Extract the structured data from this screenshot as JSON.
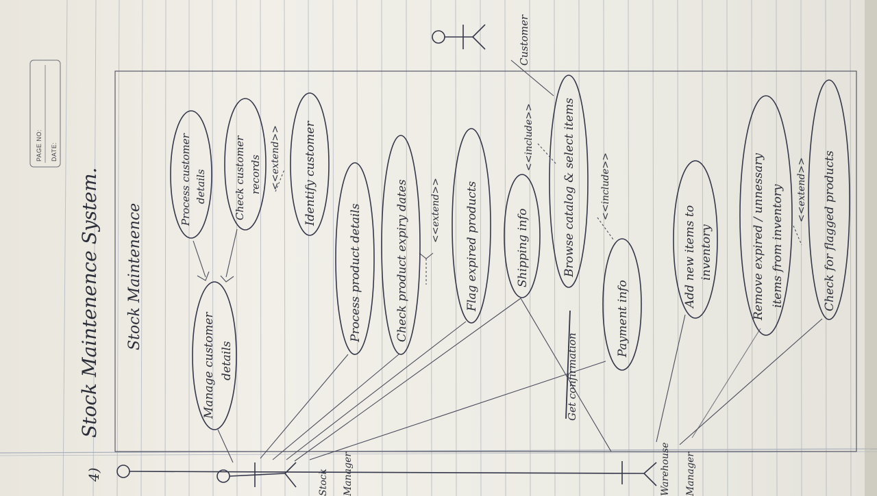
{
  "header": {
    "page_no_label": "PAGE NO:",
    "date_label": "DATE:",
    "item_number": "4)",
    "title": "Stock Maintenence System."
  },
  "diagram": {
    "boundary_label": "Stock Maintenence",
    "actors": {
      "customer": "Customer",
      "stock_manager_line1": "Stock",
      "stock_manager_line2": "Manager",
      "warehouse_manager_line1": "Warehouse",
      "warehouse_manager_line2": "Manager"
    },
    "use_cases": {
      "process_customer_details": [
        "Process customer",
        "details"
      ],
      "check_customer_records": [
        "Check customer",
        "records"
      ],
      "identify_customer": "Identify customer",
      "manage_customer_details": [
        "Manage customer",
        "details"
      ],
      "process_product_details": "Process product details",
      "check_product_expiry_dates": "Check product expiry dates",
      "flag_expired_products": "Flag expired products",
      "shipping_info": "Shipping info",
      "browse_catalog": "Browse catalog & select items",
      "payment_info": "Payment info",
      "add_new_items": [
        "Add new items to",
        "inventory"
      ],
      "remove_expired_items": [
        "Remove expired / unnessary",
        "items from inventory"
      ],
      "check_flagged_products": "Check for flagged products"
    },
    "relationships": {
      "extend_1": "<<extend>>",
      "extend_2": "<<extend>>",
      "extend_3": "<<extend>>",
      "include_1": "<<include>>",
      "include_2": "<<include>>"
    },
    "struck_text": "Get confirmation"
  }
}
